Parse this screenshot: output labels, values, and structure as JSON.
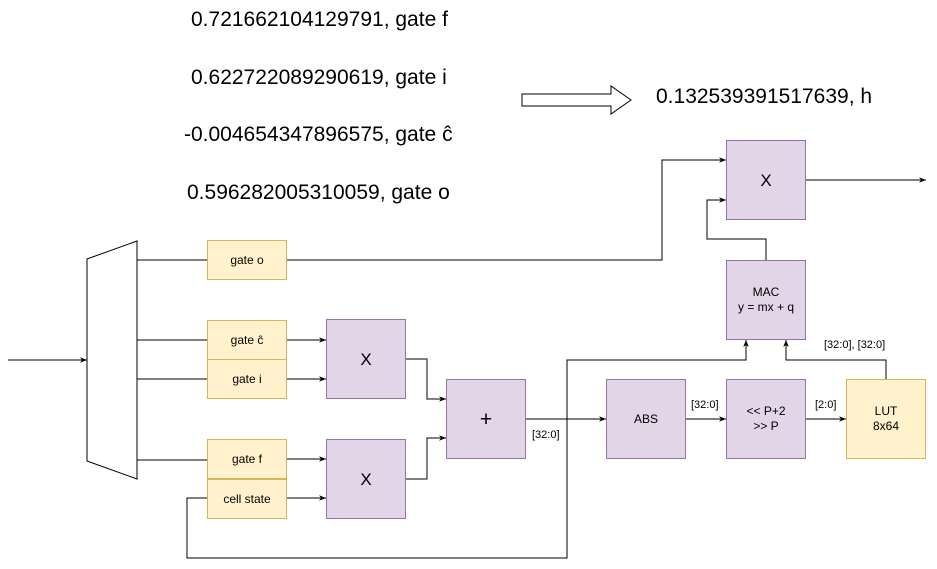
{
  "results": {
    "gate_f": "0.721662104129791, gate f",
    "gate_i": "0.622722089290619, gate i",
    "gate_c": "-0.004654347896575, gate ĉ",
    "gate_o": "0.596282005310059, gate o",
    "h": "0.132539391517639, h"
  },
  "blocks": {
    "gate_o": "gate o",
    "gate_c": "gate ĉ",
    "gate_i": "gate i",
    "gate_f": "gate f",
    "cell_state": "cell state",
    "mult_top": "X",
    "mult_bottom": "X",
    "adder": "+",
    "abs": "ABS",
    "shift_line1": "<< P+2",
    "shift_line2": ">> P",
    "lut_line1": "LUT",
    "lut_line2": "8x64",
    "mac_line1": "MAC",
    "mac_line2": "y = mx + q",
    "mult_out": "X"
  },
  "wire_labels": {
    "adder_out": "[32:0]",
    "abs_out": "[32:0]",
    "shift_out": "[2:0]",
    "lut_out": "[32:0], [32:0]"
  },
  "colors": {
    "gate_fill": "#fff2cc",
    "gate_stroke": "#d6b656",
    "op_fill": "#e1d5e7",
    "op_stroke": "#9673a6"
  }
}
